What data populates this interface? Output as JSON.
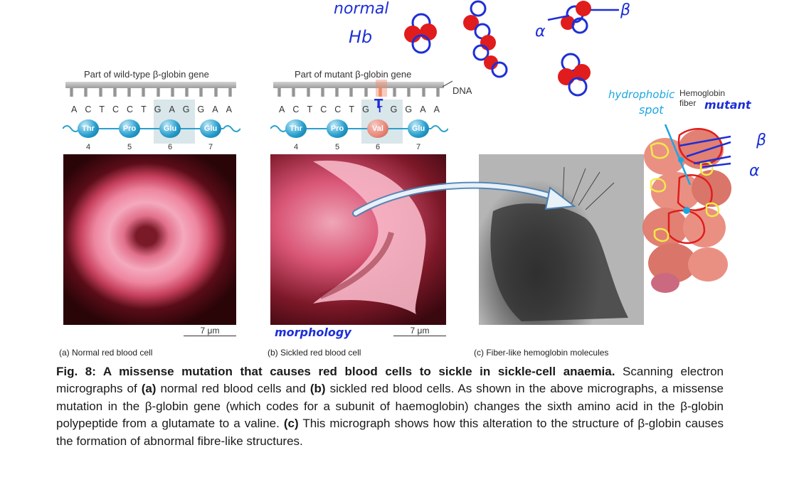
{
  "panels": {
    "wild_type": {
      "gene_title": "Part of wild-type β-globin gene",
      "bases": [
        "A",
        "C",
        "T",
        "C",
        "C",
        "T",
        "G",
        "A",
        "G",
        "G",
        "A",
        "A"
      ],
      "amino_acids": [
        "Thr",
        "Pro",
        "Glu",
        "Glu"
      ],
      "positions": [
        "4",
        "5",
        "6",
        "7"
      ],
      "scale": "7 μm",
      "caption": "(a) Normal red blood cell"
    },
    "mutant": {
      "gene_title": "Part of mutant β-globin gene",
      "bases": [
        "A",
        "C",
        "T",
        "C",
        "C",
        "T",
        "G",
        "T",
        "G",
        "G",
        "A",
        "A"
      ],
      "amino_acids": [
        "Thr",
        "Pro",
        "Val",
        "Glu"
      ],
      "positions": [
        "4",
        "5",
        "6",
        "7"
      ],
      "scale": "7 μm",
      "caption": "(b) Sickled red blood cell",
      "dna_label": "DNA"
    },
    "fiber": {
      "caption": "(c) Fiber-like hemoglobin molecules",
      "label_line1": "Hemoglobin",
      "label_line2": "fiber"
    }
  },
  "handwriting": {
    "normal": "normal",
    "hb": "Hb",
    "alpha_top": "α",
    "beta_top": "β",
    "mutant": "mutant",
    "hydrophobic": "hydrophobic",
    "spot": "spot",
    "beta_right": "β",
    "alpha_right": "α",
    "morphology": "morphology",
    "mutation_mark": "T"
  },
  "figure_caption": {
    "label": "Fig. 8: A missense mutation that causes red blood cells to sickle in sickle-cell anaemia.",
    "t1": " Scanning electron micrographs of ",
    "b1": "(a)",
    "t2": " normal red blood cells and ",
    "b2": "(b)",
    "t3": " sickled red blood cells. As shown in the above micrographs, a missense mutation in the β-globin gene (which codes for a subunit of haemoglobin) changes the sixth amino acid in the β-globin polypeptide from a glutamate to a valine. ",
    "b3": "(c)",
    "t4": " This micrograph shows how this alteration to the structure of β-globin causes the formation of abnormal fibre-like structures."
  },
  "colors": {
    "annotation_blue": "#1d2fd6",
    "annotation_red": "#e01c1c",
    "annotation_light_blue": "#1da6e0",
    "annotation_yellow": "#f2e94a",
    "amino_acid_blue": "#2aa0cf",
    "valine_salmon": "#e98b7d"
  }
}
